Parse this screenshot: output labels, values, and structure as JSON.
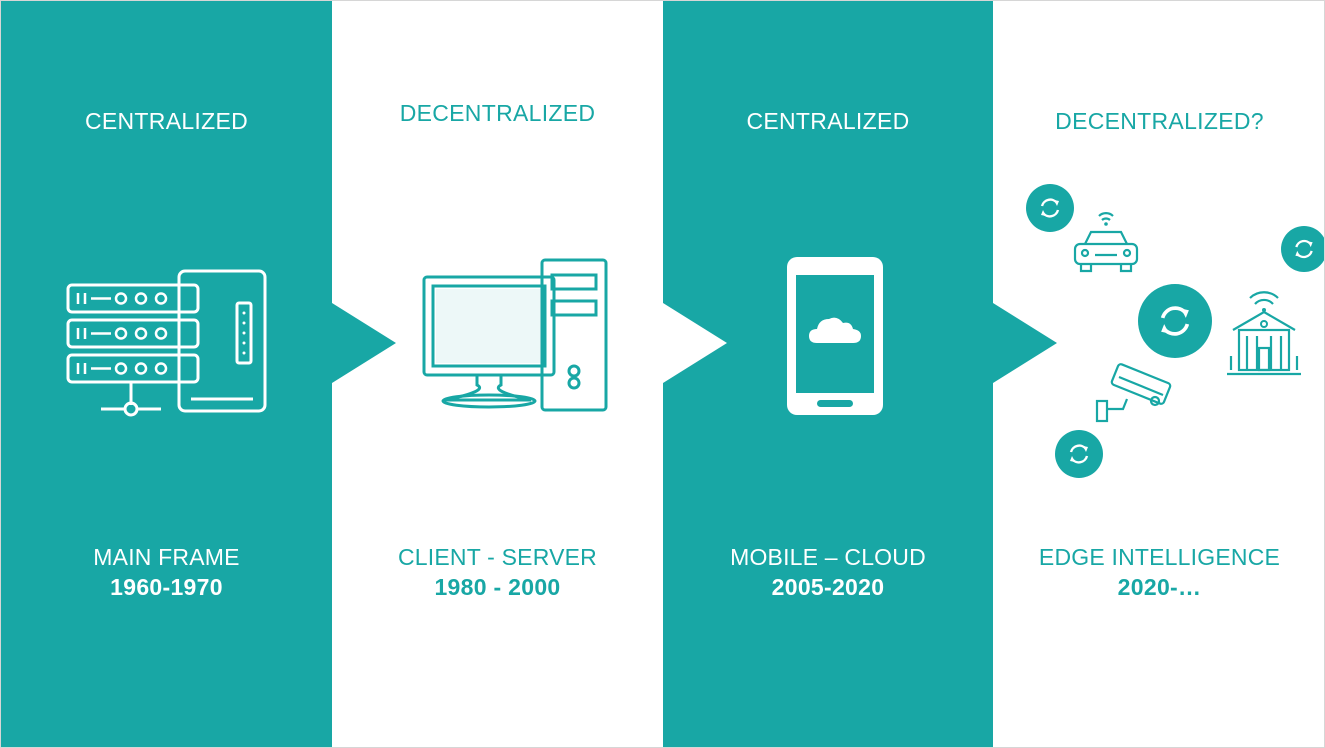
{
  "colors": {
    "teal": "#18a7a5",
    "white": "#ffffff"
  },
  "stages": [
    {
      "heading": "CENTRALIZED",
      "era": "MAIN FRAME",
      "years": "1960-1970",
      "icon": "mainframe-server-icon"
    },
    {
      "heading": "DECENTRALIZED",
      "era": "CLIENT - SERVER",
      "years": "1980 - 2000",
      "icon": "desktop-computer-icon"
    },
    {
      "heading": "CENTRALIZED",
      "era": "MOBILE – CLOUD",
      "years": "2005-2020",
      "icon": "smartphone-cloud-icon"
    },
    {
      "heading": "DECENTRALIZED?",
      "era": "EDGE INTELLIGENCE",
      "years": "2020-…",
      "icons": [
        "sync-icon",
        "connected-car-icon",
        "smart-home-icon",
        "security-camera-icon"
      ]
    }
  ]
}
